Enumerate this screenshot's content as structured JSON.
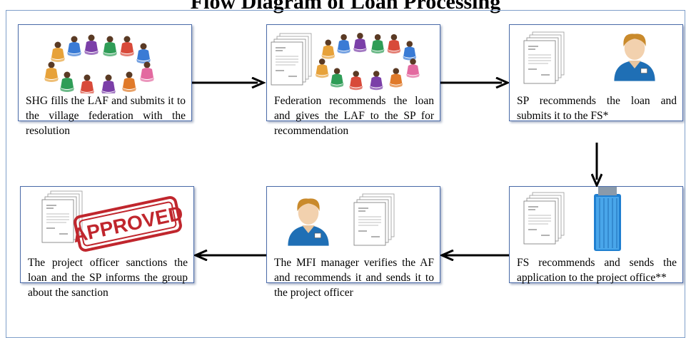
{
  "title": "Flow Diagram of Loan Processing",
  "steps": [
    {
      "id": "shg",
      "text": "SHG fills the LAF and submits it to the village federation with the resolution",
      "icons": [
        "group-circle-icon"
      ]
    },
    {
      "id": "federation",
      "text": "Federation recommends the loan and gives the LAF to the SP for recommendation",
      "icons": [
        "document-stack-icon",
        "group-circle-icon"
      ]
    },
    {
      "id": "sp",
      "text": "SP recommends the loan and submits it to the FS*",
      "icons": [
        "document-stack-icon",
        "person-icon"
      ]
    },
    {
      "id": "fs",
      "text": "FS recommends and sends the application to the project office**",
      "icons": [
        "document-stack-icon",
        "office-building-icon"
      ]
    },
    {
      "id": "mfi",
      "text": "The MFI manager verifies the AF and recommends it and sends it to the project officer",
      "icons": [
        "person-icon",
        "document-stack-icon"
      ]
    },
    {
      "id": "po",
      "text": "The project officer sanctions the loan and the SP informs the group about the sanction",
      "icons": [
        "document-stack-icon",
        "approved-stamp-icon"
      ]
    }
  ],
  "stamp_text": "APPROVED",
  "colors": {
    "box_border": "#4a6aa8",
    "frame_border": "#7f9fc9",
    "arrow": "#000000",
    "stamp": "#c0262d",
    "person_shirt": "#1f6fb5"
  }
}
